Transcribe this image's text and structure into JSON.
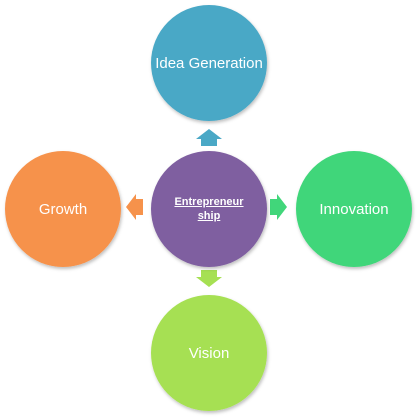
{
  "diagram": {
    "center": {
      "label": "Entrepreneur ship",
      "color": "#7f5fa0"
    },
    "nodes": [
      {
        "id": "top",
        "label": "Idea Generation",
        "color": "#4aa8c6",
        "arrow_color": "#4aa8c6"
      },
      {
        "id": "right",
        "label": "Innovation",
        "color": "#41d67a",
        "arrow_color": "#41d67a"
      },
      {
        "id": "bottom",
        "label": "Vision",
        "color": "#a6e053",
        "arrow_color": "#a6e053"
      },
      {
        "id": "left",
        "label": "Growth",
        "color": "#f6924b",
        "arrow_color": "#f6924b"
      }
    ]
  }
}
